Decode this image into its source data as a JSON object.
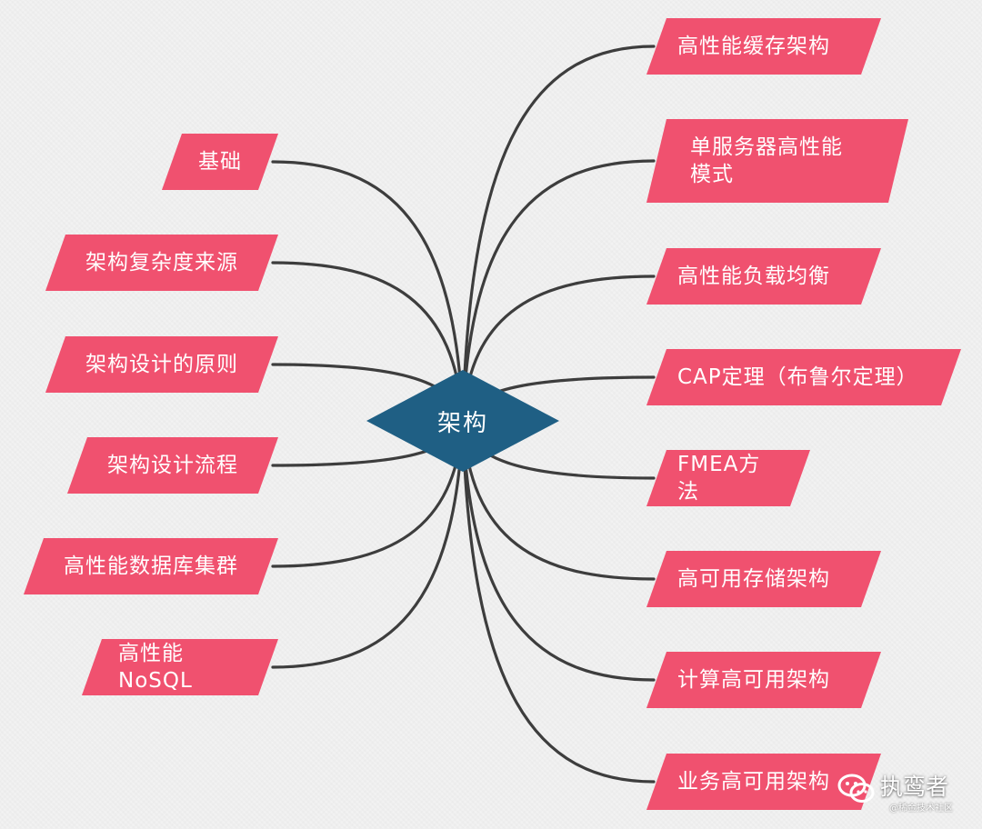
{
  "center": {
    "label": "架构"
  },
  "left_topics": [
    {
      "id": "base",
      "label": "基础"
    },
    {
      "id": "complexity",
      "label": "架构复杂度来源"
    },
    {
      "id": "principles",
      "label": "架构设计的原则"
    },
    {
      "id": "process",
      "label": "架构设计流程"
    },
    {
      "id": "db-cluster",
      "label": "高性能数据库集群"
    },
    {
      "id": "nosql",
      "label": "高性能NoSQL"
    }
  ],
  "right_topics": [
    {
      "id": "cache",
      "label": "高性能缓存架构"
    },
    {
      "id": "single-server",
      "label": "单服务器高性能\n模式"
    },
    {
      "id": "load-balance",
      "label": "高性能负载均衡"
    },
    {
      "id": "cap",
      "label": "CAP定理（布鲁尔定理）"
    },
    {
      "id": "fmea",
      "label": "FMEA方法"
    },
    {
      "id": "ha-storage",
      "label": "高可用存储架构"
    },
    {
      "id": "ha-compute",
      "label": "计算高可用架构"
    },
    {
      "id": "ha-business",
      "label": "业务高可用架构"
    }
  ],
  "colors": {
    "topic_fill": "#f0516f",
    "center_fill": "#1f5f84",
    "connector": "#3d3d3d",
    "background": "#f2f2f2"
  },
  "watermark": {
    "icon": "wechat-icon",
    "brand": "执鸾者",
    "sub": "@稀金技术社区"
  }
}
